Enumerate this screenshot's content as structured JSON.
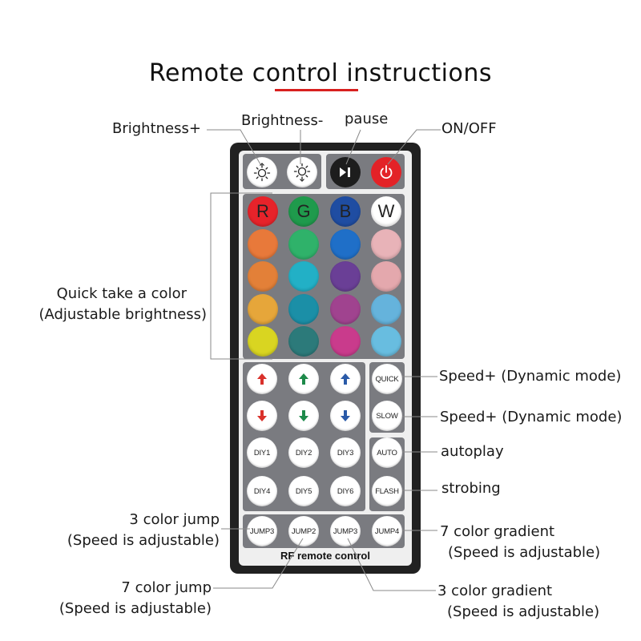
{
  "title": "Remote control instructions",
  "colors": {
    "accent_underline": "#d8201f",
    "remote_body": "#212121",
    "panel_gray": "#7a7b80"
  },
  "callouts": {
    "brightness_up": "Brightness+",
    "brightness_down": "Brightness-",
    "pause": "pause",
    "on_off": "ON/OFF",
    "quick_color_line1": "Quick take a color",
    "quick_color_line2": "(Adjustable brightness)",
    "speed_up": "Speed+ (Dynamic mode)",
    "speed_down": "Speed+ (Dynamic mode)",
    "autoplay": "autoplay",
    "strobing": "strobing",
    "jump3_line1": "3 color jump",
    "jump3_line2": "(Speed is adjustable)",
    "jump7_line1": "7 color jump",
    "jump7_line2": "(Speed is adjustable)",
    "gradient7_line1": "7 color gradient",
    "gradient7_line2": "(Speed is adjustable)",
    "gradient3_line1": "3 color gradient",
    "gradient3_line2": "(Speed is adjustable)"
  },
  "remote": {
    "brand_label": "RF remote control",
    "top_buttons": [
      {
        "name": "brightness-up",
        "icon": "sun-up-icon",
        "style": "white"
      },
      {
        "name": "brightness-down",
        "icon": "sun-down-icon",
        "style": "white"
      },
      {
        "name": "pause",
        "icon": "play-pause-icon",
        "style": "black",
        "color": "#1d1d1d"
      },
      {
        "name": "power",
        "icon": "power-icon",
        "style": "red",
        "color": "#e32227"
      }
    ],
    "rgbw": [
      {
        "label": "R",
        "color": "#e7232a",
        "text_color": "#222222"
      },
      {
        "label": "G",
        "color": "#1f9a4c",
        "text_color": "#222222"
      },
      {
        "label": "B",
        "color": "#1f4da2",
        "text_color": "#222222"
      },
      {
        "label": "W",
        "color": "#ffffff",
        "text_color": "#222222"
      }
    ],
    "color_grid": [
      [
        "#e8793a",
        "#2fb26a",
        "#1f6fc8",
        "#e8b3b8"
      ],
      [
        "#e38038",
        "#22b0c6",
        "#6a3f96",
        "#e4a8ad"
      ],
      [
        "#e6a63a",
        "#1b8fa7",
        "#a0438f",
        "#65b3dc"
      ],
      [
        "#d9d521",
        "#2c7a7a",
        "#c93b8c",
        "#68bde0"
      ]
    ],
    "arrows_up": [
      {
        "color": "#d9312b"
      },
      {
        "color": "#1d8a4a"
      },
      {
        "color": "#2a5aa8"
      }
    ],
    "arrows_down": [
      {
        "color": "#d9312b"
      },
      {
        "color": "#1d8a4a"
      },
      {
        "color": "#2a5aa8"
      }
    ],
    "quick_label": "QUICK",
    "slow_label": "SLOW",
    "auto_label": "AUTO",
    "flash_label": "FLASH",
    "diy_row1": [
      "DIY1",
      "DIY2",
      "DIY3"
    ],
    "diy_row2": [
      "DIY4",
      "DIY5",
      "DIY6"
    ],
    "jump_row": [
      "JUMP3",
      "JUMP2",
      "JUMP3",
      "JUMP4"
    ]
  }
}
